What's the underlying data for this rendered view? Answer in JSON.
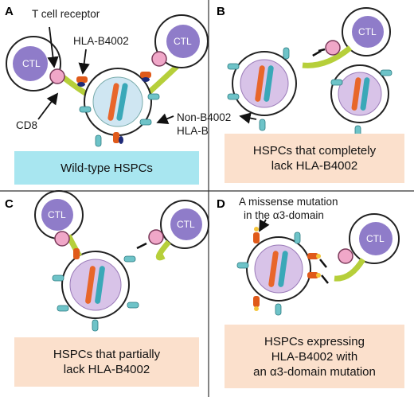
{
  "panels": {
    "a": {
      "letter": "A",
      "caption": "Wild-type HSPCs"
    },
    "b": {
      "letter": "B",
      "caption_line1": "HSPCs that completely",
      "caption_line2": "lack HLA-B4002"
    },
    "c": {
      "letter": "C",
      "caption_line1": "HSPCs that partially",
      "caption_line2": "lack HLA-B4002"
    },
    "d": {
      "letter": "D",
      "caption_line1": "HSPCs expressing",
      "caption_line2": "HLA-B4002 with",
      "caption_line3": "an α3-domain mutation"
    }
  },
  "labels": {
    "tcr": "T cell receptor",
    "hla_b4002": "HLA-B4002",
    "cd8": "CD8",
    "nonb4002_line1": "Non-B4002",
    "nonb4002_line2": "HLA-B",
    "missense_line1": "A missense mutation",
    "missense_line2": "in the α3-domain",
    "ctl": "CTL"
  },
  "colors": {
    "ctl_nucleus": "#8f7cc9",
    "hspc_body": "#d8c3e8",
    "hspc_wildtype_body": "#cfe6f2",
    "chromosome_orange": "#e8662a",
    "chromosome_teal": "#3aa8b8",
    "tcr_pink": "#f0a7c8",
    "cd8_green": "#b6cf3a",
    "hla_b4002_orange": "#e05a1a",
    "non_b4002_teal": "#6ec3c8",
    "receptor_navy": "#1e2a78",
    "caption_blue": "#a8e6f0",
    "caption_peach": "#fbe0cc"
  }
}
